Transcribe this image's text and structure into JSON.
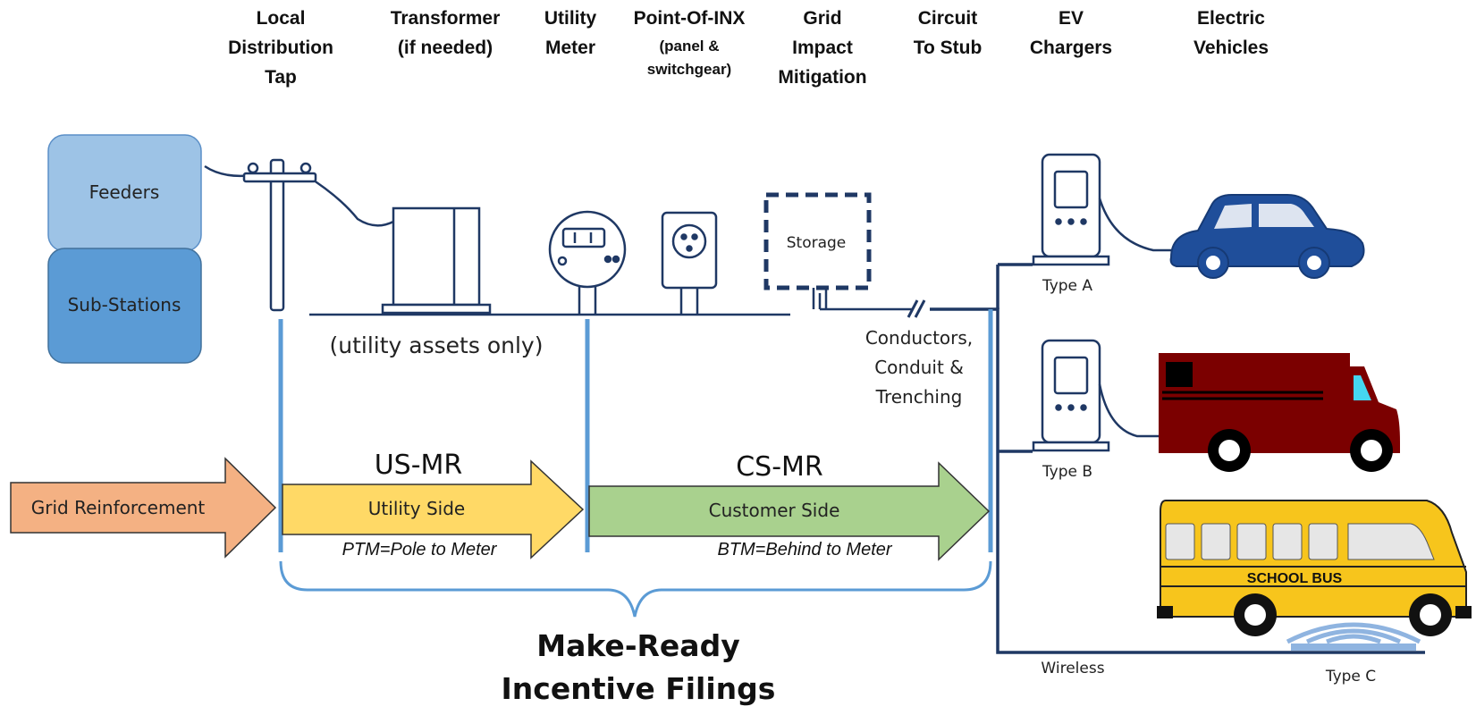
{
  "headers": {
    "tap": [
      "Local",
      "Distribution",
      "Tap"
    ],
    "transformer": [
      "Transformer",
      "(if needed)"
    ],
    "meter": [
      "Utility",
      "Meter"
    ],
    "inx": [
      "Point-Of-INX"
    ],
    "inx_sub": [
      "(panel &",
      "switchgear)"
    ],
    "mitigation": [
      "Grid",
      "Impact",
      "Mitigation"
    ],
    "stub": [
      "Circuit",
      "To Stub"
    ],
    "chargers": [
      "EV",
      "Chargers"
    ],
    "vehicles": [
      "Electric",
      "Vehicles"
    ]
  },
  "boxes": {
    "feeders": "Feeders",
    "substations": "Sub-Stations",
    "storage": "Storage"
  },
  "notes": {
    "utility_assets": "(utility assets only)",
    "conductors": [
      "Conductors,",
      "Conduit &",
      "Trenching"
    ]
  },
  "arrows": {
    "grid": "Grid Reinforcement",
    "utility": "Utility Side",
    "customer": "Customer Side",
    "us_mr": "US-MR",
    "cs_mr": "CS-MR",
    "ptm": "PTM=Pole to Meter",
    "btm": "BTM=Behind to Meter"
  },
  "types": {
    "a": "Type A",
    "b": "Type B",
    "wireless": "Wireless",
    "c": "Type C"
  },
  "bus_text": "SCHOOL BUS",
  "footer": [
    "Make-Ready",
    "Incentive Filings"
  ],
  "colors": {
    "feeders": "#9dc3e6",
    "substations": "#5b9bd5",
    "grid_arrow": "#f4b183",
    "utility_arrow": "#ffd966",
    "customer_arrow": "#a9d18e",
    "blue_line": "#5b9bd5",
    "dark_line": "#1f3864",
    "car": "#1f4e9a",
    "truck": "#7b0000",
    "bus": "#f7c51c"
  }
}
